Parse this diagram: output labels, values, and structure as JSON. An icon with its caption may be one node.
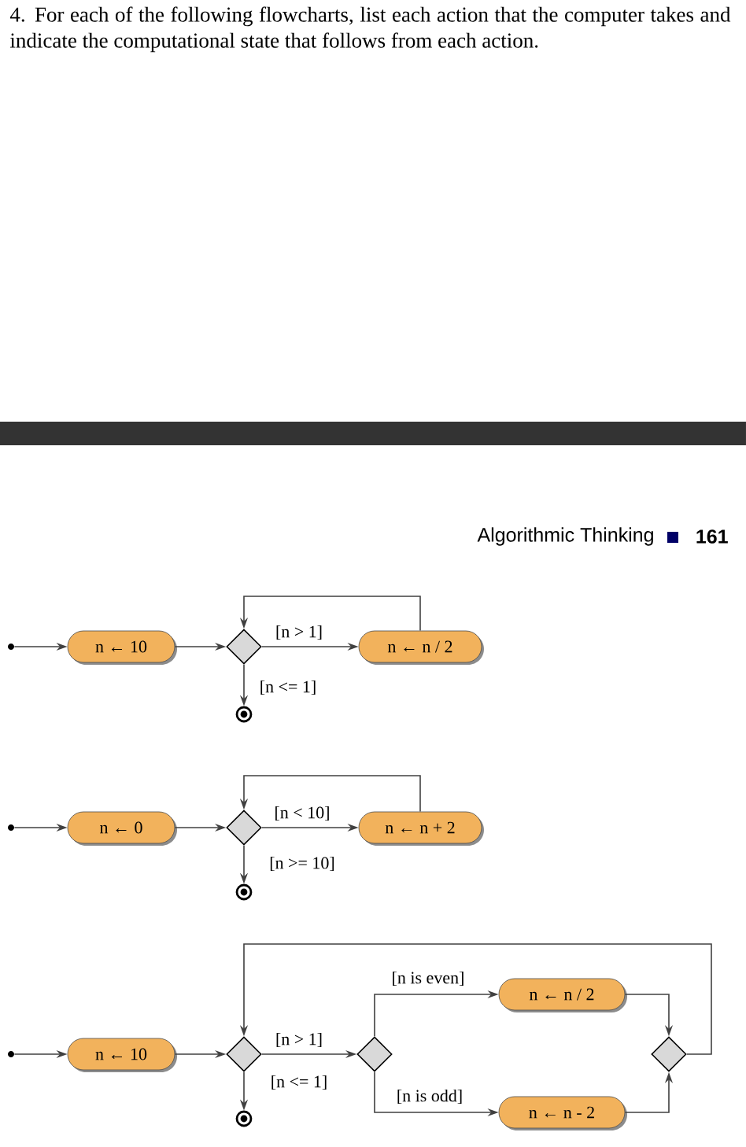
{
  "diagram": {
    "nodes": [
      {
        "text": [],
        "shape": "dot"
      },
      {
        "text": [
          "n ← 10"
        ]
      },
      {
        "text": [],
        "shape": "diamond"
      },
      {
        "text": [
          "n ← n / 2"
        ]
      },
      {
        "text": [],
        "shape": "bullseye"
      },
      {
        "text": [],
        "shape": "dot"
      },
      {
        "text": [
          "n ← 0"
        ]
      },
      {
        "text": [],
        "shape": "diamond"
      },
      {
        "text": [
          "n ← n + 2"
        ]
      },
      {
        "text": [],
        "shape": "bullseye"
      },
      {
        "text": [],
        "shape": "dot"
      },
      {
        "text": [
          "n ← 10"
        ]
      },
      {
        "text": [],
        "shape": "diamond"
      },
      {
        "text": [],
        "shape": "diamond"
      },
      {
        "text": [
          "n ← n / 2"
        ]
      },
      {
        "text": [
          "n ← n - 2"
        ]
      },
      {
        "text": [],
        "shape": "diamond"
      },
      {
        "text": [],
        "shape": "bullseye"
      }
    ],
    "edges": [
      {
        "from": 0,
        "to": 1,
        "arrow": "to"
      },
      {
        "from": 1,
        "to": 2,
        "arrow": "to"
      },
      {
        "from": 2,
        "to": 3,
        "arrow": "to",
        "label": "[n > 1]"
      },
      {
        "from": 3,
        "to": 2,
        "arrow": "to"
      },
      {
        "from": 2,
        "to": 4,
        "arrow": "to",
        "label": "[n <= 1]"
      },
      {
        "from": 5,
        "to": 6,
        "arrow": "to"
      },
      {
        "from": 6,
        "to": 7,
        "arrow": "to"
      },
      {
        "from": 7,
        "to": 8,
        "arrow": "to",
        "label": "[n < 10]"
      },
      {
        "from": 8,
        "to": 7,
        "arrow": "to"
      },
      {
        "from": 7,
        "to": 9,
        "arrow": "to",
        "label": "[n >= 10]"
      },
      {
        "from": 10,
        "to": 11,
        "arrow": "to"
      },
      {
        "from": 11,
        "to": 12,
        "arrow": "to"
      },
      {
        "from": 12,
        "to": 13,
        "arrow": "to",
        "label": "[n > 1]"
      },
      {
        "from": 13,
        "to": 14,
        "arrow": "to",
        "label": "[n is even]"
      },
      {
        "from": 13,
        "to": 15,
        "arrow": "to",
        "label": "[n is odd]"
      },
      {
        "from": 14,
        "to": 16,
        "arrow": "to"
      },
      {
        "from": 15,
        "to": 16,
        "arrow": "to"
      },
      {
        "from": 16,
        "to": 12,
        "arrow": "to"
      },
      {
        "from": 12,
        "to": 17,
        "arrow": "to",
        "label": "[n <= 1]"
      }
    ],
    "labels": [
      "4. For each of the following flowcharts, list each action that the computer takes and indicate the computational state that follows from each action.",
      "Algorithmic Thinking",
      "161"
    ]
  }
}
